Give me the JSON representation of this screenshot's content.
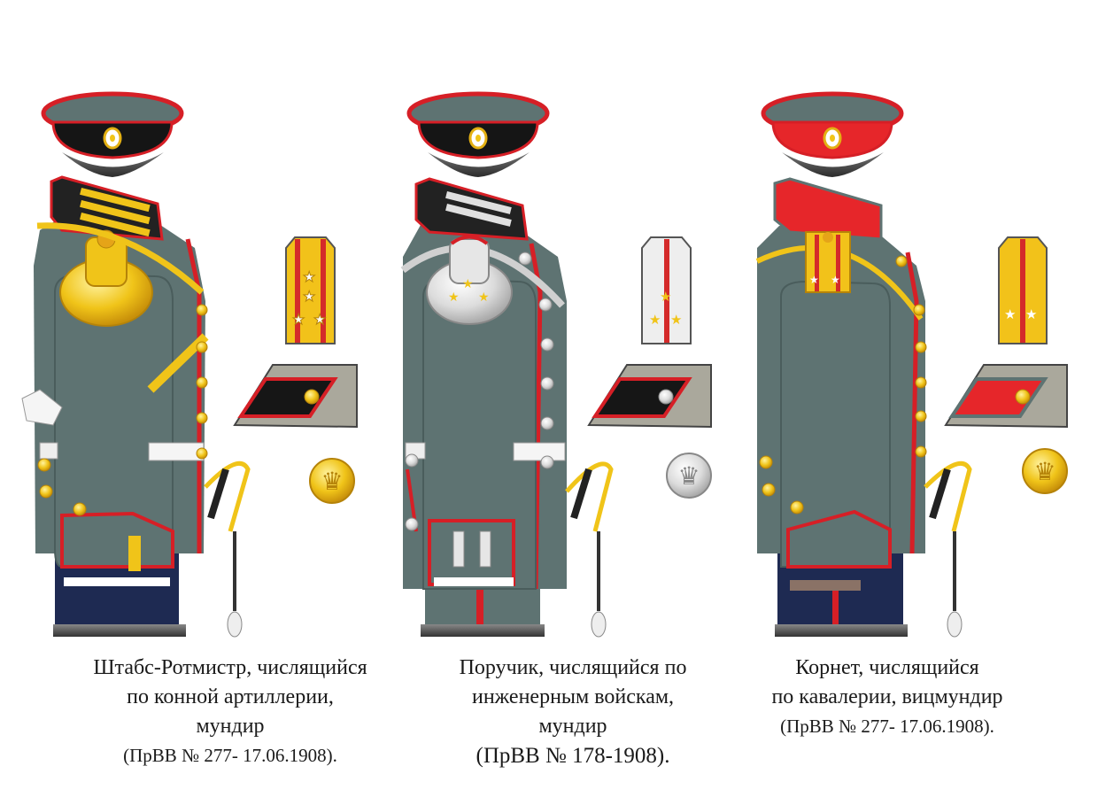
{
  "figures": [
    {
      "caption": [
        "Штабс-Ротмистр, числящийся",
        "по конной артиллерии,",
        "мундир",
        "(ПрВВ № 277- 17.06.1908)."
      ],
      "cap_band_color": "#111111",
      "collar_color": "#222222",
      "metal": "gold",
      "shoulder_board": {
        "field": "#f2c21a",
        "stripes": "#d42a2a",
        "stars": 4
      },
      "cuff_patch_color": "#161616",
      "trouser_color": "#1e2a52"
    },
    {
      "caption": [
        "Поручик, числящийся по",
        "инженерным войскам,",
        "мундир",
        "(ПрВВ № 178-1908)."
      ],
      "cap_band_color": "#111111",
      "collar_color": "#222222",
      "metal": "silver",
      "shoulder_board": {
        "field": "#eeeeee",
        "stripes": "#d42a2a",
        "stars": 3
      },
      "cuff_patch_color": "#161616",
      "trouser_color": "#5e7372"
    },
    {
      "caption": [
        "Корнет,  числящийся",
        "по кавалерии, вицмундир",
        "(ПрВВ № 277- 17.06.1908)."
      ],
      "cap_band_color": "#e6262a",
      "collar_color": "#e6262a",
      "metal": "gold",
      "shoulder_board": {
        "field": "#f2c21a",
        "stripes": "#d42a2a",
        "stars": 2
      },
      "cuff_patch_color": "#e6262a",
      "trouser_color": "#1e2a52"
    }
  ],
  "colors": {
    "uniform_grey_green": "#5e7372",
    "piping_red": "#d61f26",
    "gold": "#f0c419",
    "silver": "#d9d9d9"
  }
}
